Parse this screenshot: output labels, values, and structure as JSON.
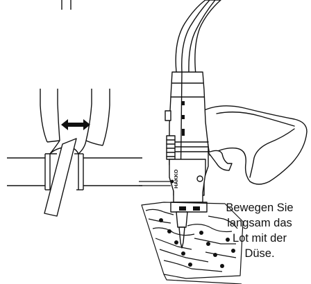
{
  "caption": {
    "lines": [
      "Bewegen Sie",
      "langsam das",
      "Lot mit der",
      "Düse."
    ]
  },
  "device_labels": {
    "brand": "HAKKO"
  },
  "colors": {
    "ink": "#111111",
    "background": "#ffffff"
  },
  "icons": {
    "motion_indicator": "double-arrow-icon"
  }
}
